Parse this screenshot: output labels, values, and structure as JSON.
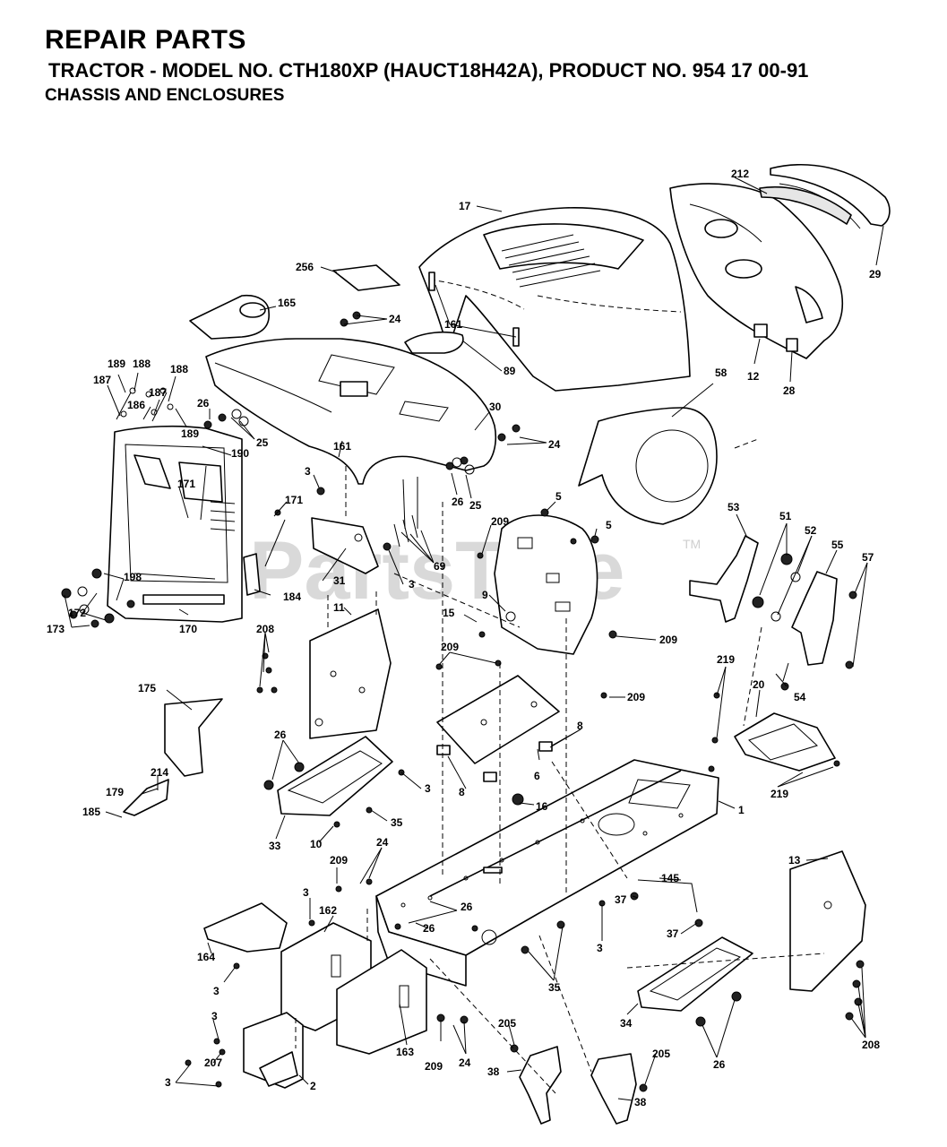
{
  "header": {
    "title": "REPAIR PARTS",
    "subtitle": "TRACTOR - MODEL NO. CTH180XP (HAUCT18H42A), PRODUCT NO. 954 17 00-91",
    "section": "CHASSIS AND ENCLOSURES"
  },
  "watermark": {
    "text": "PartsTree",
    "tm": "TM"
  },
  "labels": {
    "l17": "17",
    "l212": "212",
    "l29": "29",
    "l256": "256",
    "l165": "165",
    "l24a": "24",
    "l161a": "161",
    "l89": "89",
    "l12": "12",
    "l28": "28",
    "l58": "58",
    "l189a": "189",
    "l188a": "188",
    "l187a": "187",
    "l188b": "188",
    "l187b": "187",
    "l186": "186",
    "l189b": "189",
    "l26a": "26",
    "l25a": "25",
    "l30": "30",
    "l24b": "24",
    "l190": "190",
    "l161b": "161",
    "l26b": "26",
    "l25b": "25",
    "l171a": "171",
    "l171b": "171",
    "l3a": "3",
    "l5a": "5",
    "l5b": "5",
    "l209a": "209",
    "l69": "69",
    "l53": "53",
    "l51": "51",
    "l52": "52",
    "l55": "55",
    "l57": "57",
    "l198": "198",
    "l31": "31",
    "l3b": "3",
    "l9": "9",
    "l184": "184",
    "l172": "172",
    "l173": "173",
    "l170": "170",
    "l11": "11",
    "l15": "15",
    "l209b": "209",
    "l208a": "208",
    "l209c": "209",
    "l219a": "219",
    "l20": "20",
    "l209d": "209",
    "l54": "54",
    "l175": "175",
    "l26c": "26",
    "l8a": "8",
    "l6": "6",
    "l8b": "8",
    "l214": "214",
    "l179": "179",
    "l3c": "3",
    "l219b": "219",
    "l185": "185",
    "l16": "16",
    "l35a": "35",
    "l33": "33",
    "l10": "10",
    "l1": "1",
    "l24c": "24",
    "l209e": "209",
    "l13": "13",
    "l145": "145",
    "l3d": "3",
    "l162": "162",
    "l26d": "26",
    "l37a": "37",
    "l164": "164",
    "l26e": "26",
    "l37b": "37",
    "l3e": "3",
    "l3f": "3",
    "l35b": "35",
    "l34": "34",
    "l3g": "3",
    "l208b": "208",
    "l205a": "205",
    "l207": "207",
    "l163": "163",
    "l209f": "209",
    "l24d": "24",
    "l26f": "26",
    "l3h": "3",
    "l2": "2",
    "l38a": "38",
    "l205b": "205",
    "l38b": "38"
  }
}
